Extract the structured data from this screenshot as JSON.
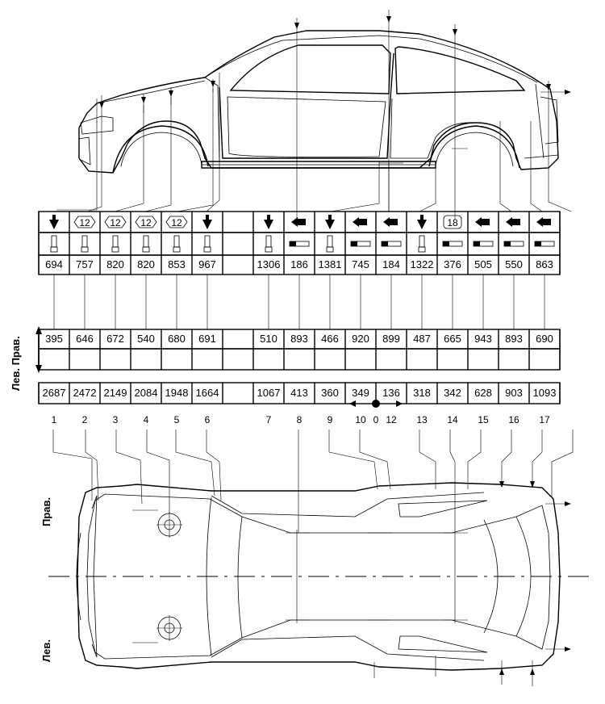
{
  "labels": {
    "right_pair": "Лев. Прав.",
    "right": "Прав.",
    "left": "Лев.",
    "origin": "0"
  },
  "columns": [
    {
      "point": "1",
      "icon": "arrow-down-icon",
      "clamp": "post-icon",
      "vertical": "694",
      "width": "395",
      "length": "2687"
    },
    {
      "point": "2",
      "icon": "hex-12-icon",
      "badge": "12",
      "clamp": "post-icon",
      "vertical": "757",
      "width": "646",
      "length": "2472"
    },
    {
      "point": "3",
      "icon": "hex-12-icon",
      "badge": "12",
      "clamp": "post-icon",
      "vertical": "820",
      "width": "672",
      "length": "2149"
    },
    {
      "point": "4",
      "icon": "hex-12-icon",
      "badge": "12",
      "clamp": "post-icon",
      "vertical": "820",
      "width": "540",
      "length": "2084"
    },
    {
      "point": "5",
      "icon": "hex-12-icon",
      "badge": "12",
      "clamp": "post-icon",
      "vertical": "853",
      "width": "680",
      "length": "1948"
    },
    {
      "point": "6",
      "icon": "arrow-down-icon",
      "clamp": "post-icon",
      "vertical": "967",
      "width": "691",
      "length": "1664"
    },
    {
      "point": "",
      "icon": "",
      "clamp": "",
      "vertical": "",
      "width": "",
      "length": ""
    },
    {
      "point": "7",
      "icon": "arrow-down-icon",
      "clamp": "post-icon",
      "vertical": "1306",
      "width": "510",
      "length": "1067"
    },
    {
      "point": "8",
      "icon": "arrow-left-icon",
      "clamp": "bar-icon",
      "vertical": "186",
      "width": "893",
      "length": "413"
    },
    {
      "point": "9",
      "icon": "arrow-down-icon",
      "clamp": "post-icon",
      "vertical": "1381",
      "width": "466",
      "length": "360"
    },
    {
      "point": "10",
      "icon": "arrow-left-icon",
      "clamp": "bar-icon",
      "vertical": "745",
      "width": "920",
      "length": "349"
    },
    {
      "point": "12",
      "icon": "arrow-left-icon",
      "clamp": "bar-icon",
      "vertical": "184",
      "width": "899",
      "length": "136"
    },
    {
      "point": "13",
      "icon": "arrow-down-icon",
      "clamp": "post-icon",
      "vertical": "1322",
      "width": "487",
      "length": "318"
    },
    {
      "point": "14",
      "icon": "rect-18-icon",
      "badge": "18",
      "clamp": "bar-icon",
      "vertical": "376",
      "width": "665",
      "length": "342"
    },
    {
      "point": "15",
      "icon": "arrow-left-icon",
      "clamp": "bar-icon",
      "vertical": "505",
      "width": "943",
      "length": "628"
    },
    {
      "point": "16",
      "icon": "arrow-left-icon",
      "clamp": "bar-icon",
      "vertical": "550",
      "width": "893",
      "length": "903"
    },
    {
      "point": "17",
      "icon": "arrow-left-icon",
      "clamp": "bar-icon",
      "vertical": "863",
      "width": "690",
      "length": "1093"
    }
  ]
}
